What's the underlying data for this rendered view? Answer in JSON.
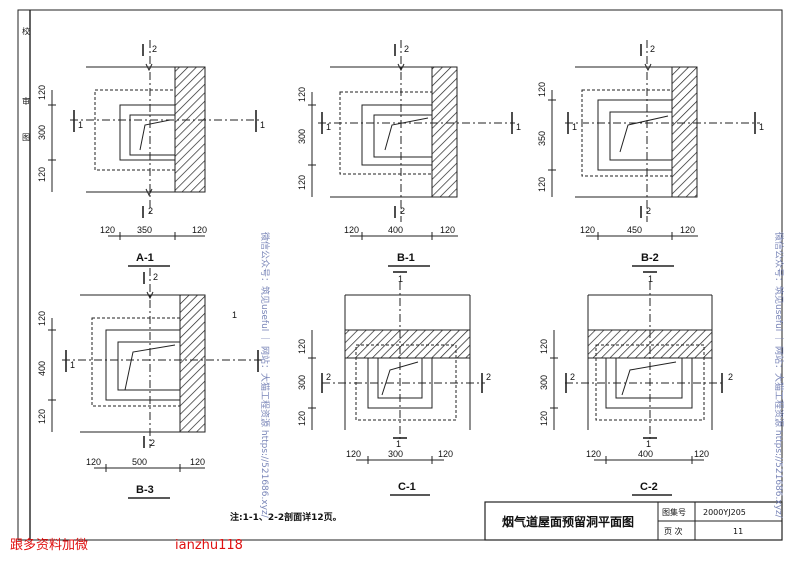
{
  "drawing": {
    "title": "烟气道屋面预留洞平面图",
    "note": "注:1-1、2-2剖面详12页。",
    "titleblock": {
      "atlas_label": "图集号",
      "atlas_no": "2000YJ205",
      "page_label": "页 次",
      "page_no": "11"
    },
    "left_margin_marks": [
      "校",
      "审",
      "图"
    ]
  },
  "details": [
    {
      "label": "A-1",
      "bottom_dims": [
        "120",
        "350",
        "120"
      ],
      "side_dims": [
        "120",
        "300",
        "120"
      ]
    },
    {
      "label": "B-1",
      "bottom_dims": [
        "120",
        "400",
        "120"
      ],
      "side_dims": [
        "120",
        "300",
        "120"
      ]
    },
    {
      "label": "B-2",
      "bottom_dims": [
        "120",
        "450",
        "120"
      ],
      "side_dims": [
        "120",
        "350",
        "120"
      ]
    },
    {
      "label": "B-3",
      "bottom_dims": [
        "120",
        "500",
        "120"
      ],
      "side_dims": [
        "120",
        "400",
        "120"
      ]
    },
    {
      "label": "C-1",
      "bottom_dims": [
        "120",
        "300",
        "120"
      ],
      "side_dims": [
        "120",
        "300",
        "120"
      ]
    },
    {
      "label": "C-2",
      "bottom_dims": [
        "120",
        "400",
        "120"
      ],
      "side_dims": [
        "120",
        "300",
        "120"
      ]
    }
  ],
  "section_marks": {
    "one": "1",
    "two": "2"
  },
  "watermarks": {
    "vertical_left": "微信公众号：筑见useful ｜ 网站：大猫工程资源 https://521686.xyz/",
    "vertical_right": "微信公众号：筑见useful ｜ 网站：大猫工程资源 https://521686.xyz/",
    "bottom_red": "跟多资料加微",
    "bottom_id": "ianzhu118"
  }
}
